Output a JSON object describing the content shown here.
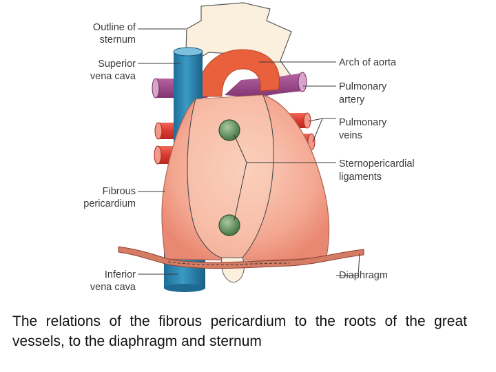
{
  "figure": {
    "labels": {
      "sternum": [
        "Outline of",
        "sternum"
      ],
      "svc": [
        "Superior",
        "vena cava"
      ],
      "fibrous": [
        "Fibrous",
        "pericardium"
      ],
      "ivc": [
        "Inferior",
        "vena cava"
      ],
      "aorta": [
        "Arch of aorta"
      ],
      "pulm_artery": [
        "Pulmonary",
        "artery"
      ],
      "pulm_veins": [
        "Pulmonary",
        "veins"
      ],
      "ligaments": [
        "Sternopericardial",
        "ligaments"
      ],
      "diaphragm": [
        "Diaphragm"
      ]
    },
    "colors": {
      "sternum": "#fbefde",
      "aorta": "#e8603c",
      "vena_cava": "#2a82ad",
      "pulmonary_artery": "#a04a8c",
      "pulmonary_veins": "#e2403a",
      "pericardium": "#f2a18e",
      "ligament": "#6f9a6a",
      "diaphragm": "#c8705a"
    }
  },
  "caption": "The relations of the fibrous pericardium to the roots of the great vessels, to the diaphragm and sternum"
}
